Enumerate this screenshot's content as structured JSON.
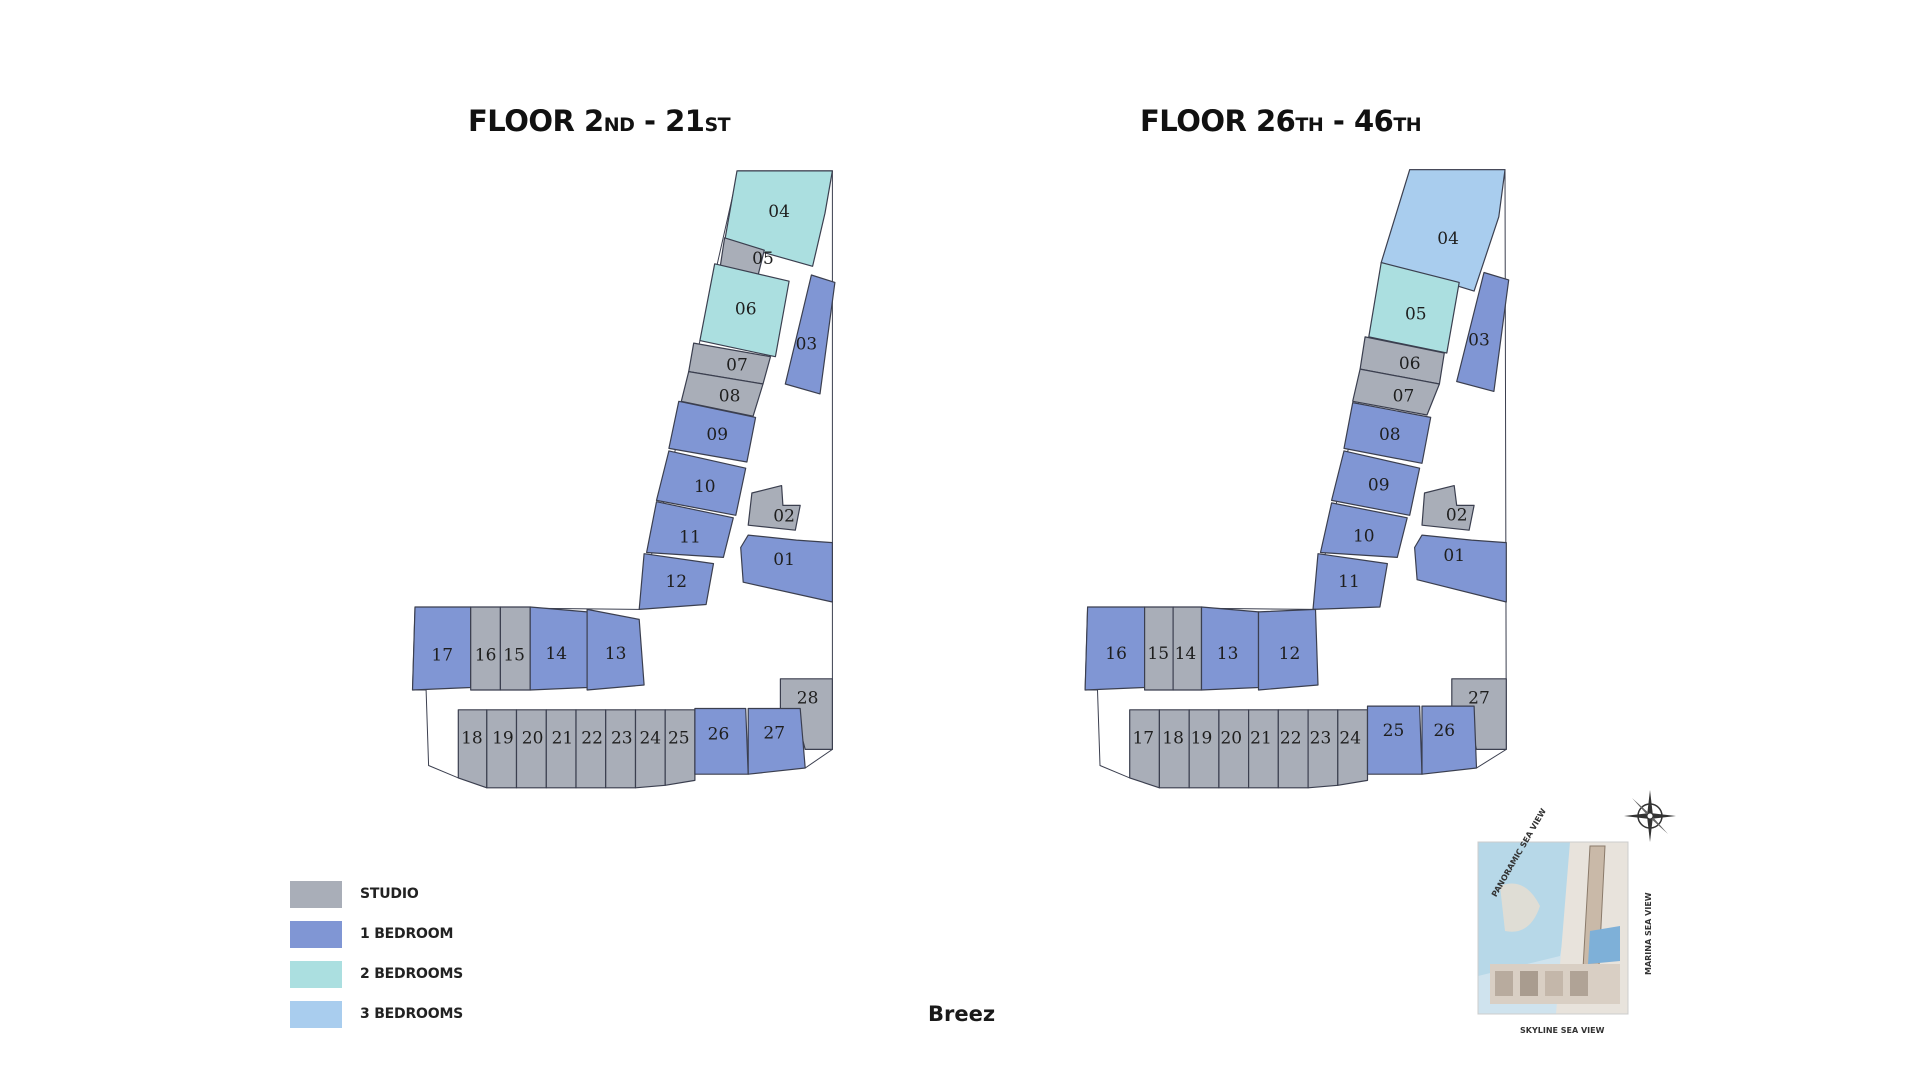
{
  "titles": {
    "left": {
      "num": "2",
      "suf": "ND",
      "sep": " - ",
      "num2": "21",
      "suf2": "ST",
      "prefix": "FLOOR "
    },
    "right": {
      "num": "26",
      "suf": "TH",
      "sep": " - ",
      "num2": "46",
      "suf2": "TH",
      "prefix": "FLOOR "
    }
  },
  "colors": {
    "studio": "#a9aeb8",
    "one_bedroom": "#8096d4",
    "two_bedrooms": "#abdfe0",
    "three_bedrooms": "#a9cdee",
    "outline": "#3b3f4f"
  },
  "legend": [
    {
      "label": "STUDIO",
      "type": "studio"
    },
    {
      "label": "1 BEDROOM",
      "type": "one_bedroom"
    },
    {
      "label": "2 BEDROOMS",
      "type": "two_bedrooms"
    },
    {
      "label": "3 BEDROOMS",
      "type": "three_bedrooms"
    }
  ],
  "caption": "Breez",
  "site_map": {
    "panoramic": "PANORAMIC SEA VIEW",
    "marina": "MARINA SEA VIEW",
    "skyline": "SKYLINE SEA VIEW"
  },
  "plans": {
    "left": [
      {
        "label": "04",
        "type": "two_bedrooms"
      },
      {
        "label": "05",
        "type": "studio"
      },
      {
        "label": "06",
        "type": "two_bedrooms"
      },
      {
        "label": "03",
        "type": "one_bedroom"
      },
      {
        "label": "07",
        "type": "studio"
      },
      {
        "label": "08",
        "type": "studio"
      },
      {
        "label": "09",
        "type": "one_bedroom"
      },
      {
        "label": "10",
        "type": "one_bedroom"
      },
      {
        "label": "02",
        "type": "studio"
      },
      {
        "label": "11",
        "type": "one_bedroom"
      },
      {
        "label": "01",
        "type": "one_bedroom"
      },
      {
        "label": "12",
        "type": "one_bedroom"
      },
      {
        "label": "17",
        "type": "one_bedroom"
      },
      {
        "label": "16",
        "type": "studio"
      },
      {
        "label": "15",
        "type": "studio"
      },
      {
        "label": "14",
        "type": "one_bedroom"
      },
      {
        "label": "13",
        "type": "one_bedroom"
      },
      {
        "label": "28",
        "type": "studio"
      },
      {
        "label": "18",
        "type": "studio"
      },
      {
        "label": "19",
        "type": "studio"
      },
      {
        "label": "20",
        "type": "studio"
      },
      {
        "label": "21",
        "type": "studio"
      },
      {
        "label": "22",
        "type": "studio"
      },
      {
        "label": "23",
        "type": "studio"
      },
      {
        "label": "24",
        "type": "studio"
      },
      {
        "label": "25",
        "type": "studio"
      },
      {
        "label": "26",
        "type": "one_bedroom"
      },
      {
        "label": "27",
        "type": "one_bedroom"
      }
    ],
    "right": [
      {
        "label": "04",
        "type": "three_bedrooms"
      },
      {
        "label": "05",
        "type": "two_bedrooms"
      },
      {
        "label": "03",
        "type": "one_bedroom"
      },
      {
        "label": "06",
        "type": "studio"
      },
      {
        "label": "07",
        "type": "studio"
      },
      {
        "label": "08",
        "type": "one_bedroom"
      },
      {
        "label": "09",
        "type": "one_bedroom"
      },
      {
        "label": "02",
        "type": "studio"
      },
      {
        "label": "10",
        "type": "one_bedroom"
      },
      {
        "label": "01",
        "type": "one_bedroom"
      },
      {
        "label": "11",
        "type": "one_bedroom"
      },
      {
        "label": "16",
        "type": "one_bedroom"
      },
      {
        "label": "15",
        "type": "studio"
      },
      {
        "label": "14",
        "type": "studio"
      },
      {
        "label": "13",
        "type": "one_bedroom"
      },
      {
        "label": "12",
        "type": "one_bedroom"
      },
      {
        "label": "27",
        "type": "studio"
      },
      {
        "label": "17",
        "type": "studio"
      },
      {
        "label": "18",
        "type": "studio"
      },
      {
        "label": "19",
        "type": "studio"
      },
      {
        "label": "20",
        "type": "studio"
      },
      {
        "label": "21",
        "type": "studio"
      },
      {
        "label": "22",
        "type": "studio"
      },
      {
        "label": "23",
        "type": "studio"
      },
      {
        "label": "24",
        "type": "studio"
      },
      {
        "label": "25",
        "type": "one_bedroom"
      },
      {
        "label": "26",
        "type": "one_bedroom"
      }
    ]
  }
}
